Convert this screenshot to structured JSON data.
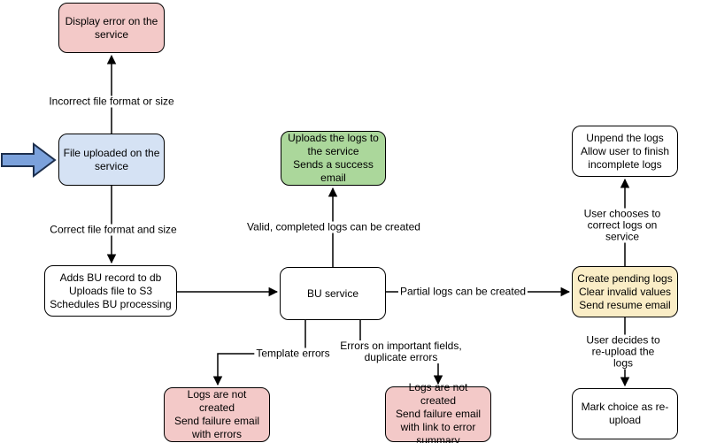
{
  "diagram": {
    "nodes": {
      "display_error": {
        "text": "Display error on the service"
      },
      "file_uploaded": {
        "text": "File uploaded on the service"
      },
      "adds_bu": {
        "text": "Adds BU record to db\nUploads file to S3\nSchedules BU processing"
      },
      "bu_service": {
        "text": "BU service"
      },
      "success": {
        "text": "Uploads the logs to the service\nSends a success email"
      },
      "fail_template": {
        "text": "Logs are not created\nSend failure email with errors"
      },
      "fail_fields": {
        "text": "Logs are not created\nSend failure email with link to error summary"
      },
      "unpend": {
        "text": "Unpend the logs\nAllow user to finish incomplete logs"
      },
      "pending": {
        "text": "Create pending logs\nClear invalid values\nSend resume email"
      },
      "mark_reupload": {
        "text": "Mark choice as re-upload"
      }
    },
    "edge_labels": {
      "incorrect": "Incorrect file format or size",
      "correct": "Correct file format and size",
      "valid": "Valid, completed logs can be created",
      "partial": "Partial logs can be created",
      "template": "Template errors",
      "fields": "Errors on important fields,\nduplicate errors",
      "choose_correct": "User chooses to correct logs on service",
      "reupload": "User decides to re-upload the logs"
    },
    "icons": {
      "entry_arrow": "block-arrow-right-icon"
    },
    "colors": {
      "node_pink": "#F3C9C8",
      "node_blue": "#D5E2F4",
      "node_green": "#ABD79B",
      "node_yellow": "#FAEDC6",
      "node_white": "#FFFFFF",
      "edge_stroke": "#000000",
      "entry_arrow_fill": "#7BA1DB",
      "entry_arrow_stroke": "#1D2F4D"
    }
  }
}
